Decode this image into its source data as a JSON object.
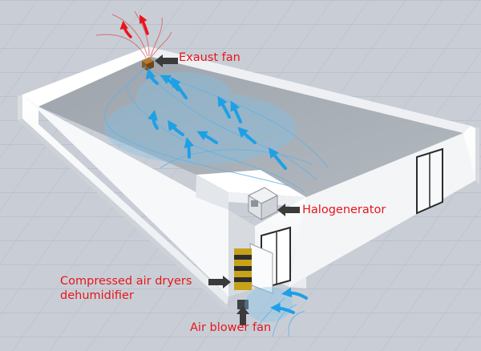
{
  "labels": {
    "exhaust_fan": "Exaust fan",
    "halogenerator": "Halogenerator",
    "dryers_line1": "Compressed air dryers",
    "dryers_line2": "dehumidifier",
    "air_blower": "Air blower fan"
  },
  "colors": {
    "label_text": "#e8161b",
    "pointer_arrow": "#3b3b3b",
    "airflow_arrow": "#1ea0e6",
    "exhaust_arrow": "#e8161b",
    "wall": "#f4f6f8",
    "floor": "#a7adb4",
    "ground": "#c9ced6"
  },
  "icons": {
    "pointer": "pointer-arrow-icon",
    "airflow": "airflow-arrow-icon",
    "exhaust": "exhaust-arrow-icon"
  }
}
